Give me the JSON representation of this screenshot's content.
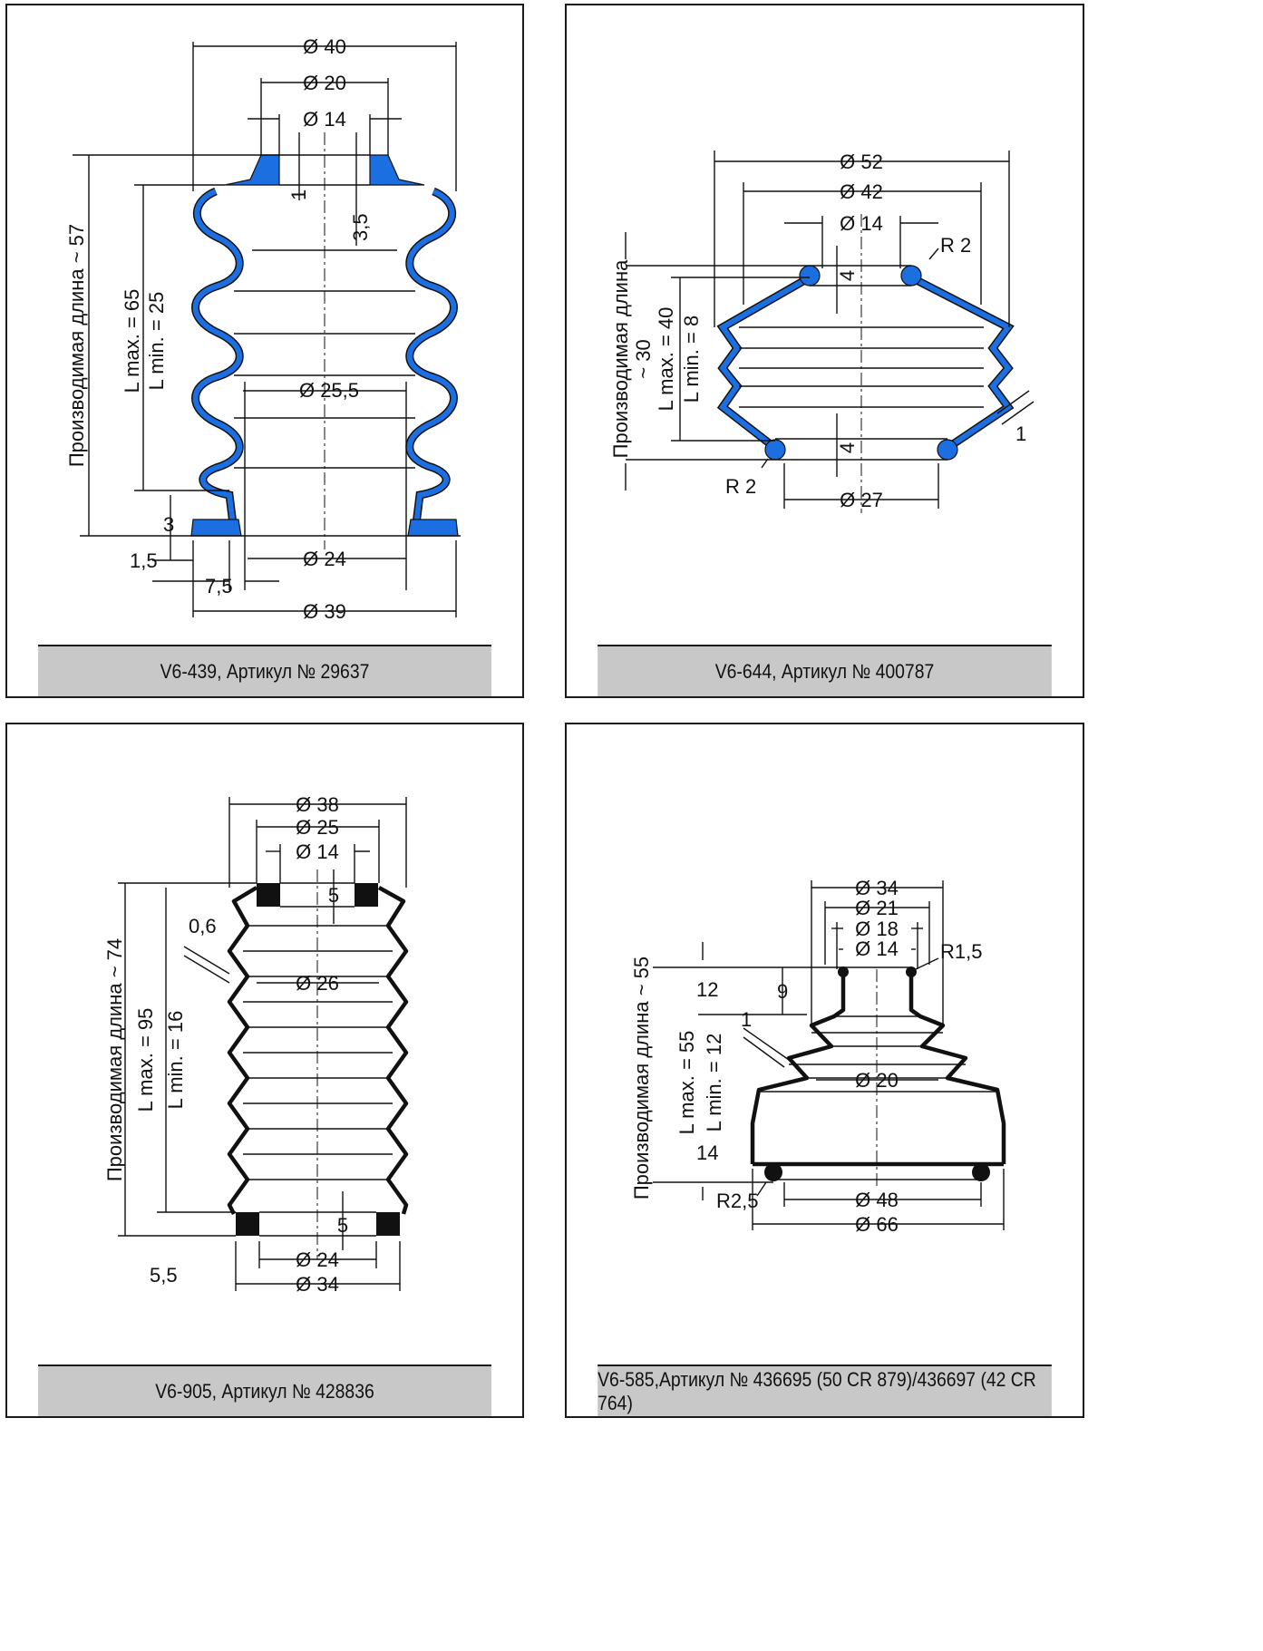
{
  "panels": [
    {
      "caption": "V6-439, Артикул № 29637",
      "labels": {
        "d40": "Ø 40",
        "d20": "Ø 20",
        "d14": "Ø 14",
        "d25_5": "Ø 25,5",
        "d24": "Ø 24",
        "d39": "Ø 39",
        "len": "Производимая длина ~ 57",
        "lmax": "L max. = 65",
        "lmin": "L min. = 25",
        "t3": "3",
        "t1_5": "1,5",
        "t7_5": "7,5",
        "t1": "1",
        "t3_5": "3,5"
      },
      "color": "#1c6fe0"
    },
    {
      "caption": "V6-644, Артикул № 400787",
      "labels": {
        "d52": "Ø 52",
        "d42": "Ø 42",
        "d14": "Ø 14",
        "d27": "Ø 27",
        "r2a": "R 2",
        "r2b": "R 2",
        "t4a": "4",
        "t4b": "4",
        "t1": "1",
        "len1": "Производимая длина",
        "len2": "~ 30",
        "lmax": "L max. = 40",
        "lmin": "L min. = 8"
      },
      "color": "#1c6fe0"
    },
    {
      "caption": "V6-905, Артикул № 428836",
      "labels": {
        "d38": "Ø 38",
        "d25": "Ø 25",
        "d14": "Ø 14",
        "d26": "Ø 26",
        "d24": "Ø 24",
        "d34": "Ø 34",
        "t5a": "5",
        "t5b": "5",
        "t0_6": "0,6",
        "t5_5": "5,5",
        "len": "Производимая длина ~ 74",
        "lmax": "L max. = 95",
        "lmin": "L min. = 16"
      },
      "color": "#111111"
    },
    {
      "caption": "V6-585,Артикул № 436695 (50 CR 879)/436697 (42 CR 764)",
      "labels": {
        "d34": "Ø 34",
        "d21": "Ø 21",
        "d18": "Ø 18",
        "d14": "Ø 14",
        "r1_5": "R1,5",
        "t12": "12",
        "t9": "9",
        "t1": "1",
        "d20": "Ø 20",
        "t14": "14",
        "r2_5": "R2,5",
        "d48": "Ø 48",
        "d66": "Ø 66",
        "len": "Производимая длина ~ 55",
        "lmax": "L max. = 55",
        "lmin": "L min. = 12"
      },
      "color": "#111111"
    }
  ]
}
